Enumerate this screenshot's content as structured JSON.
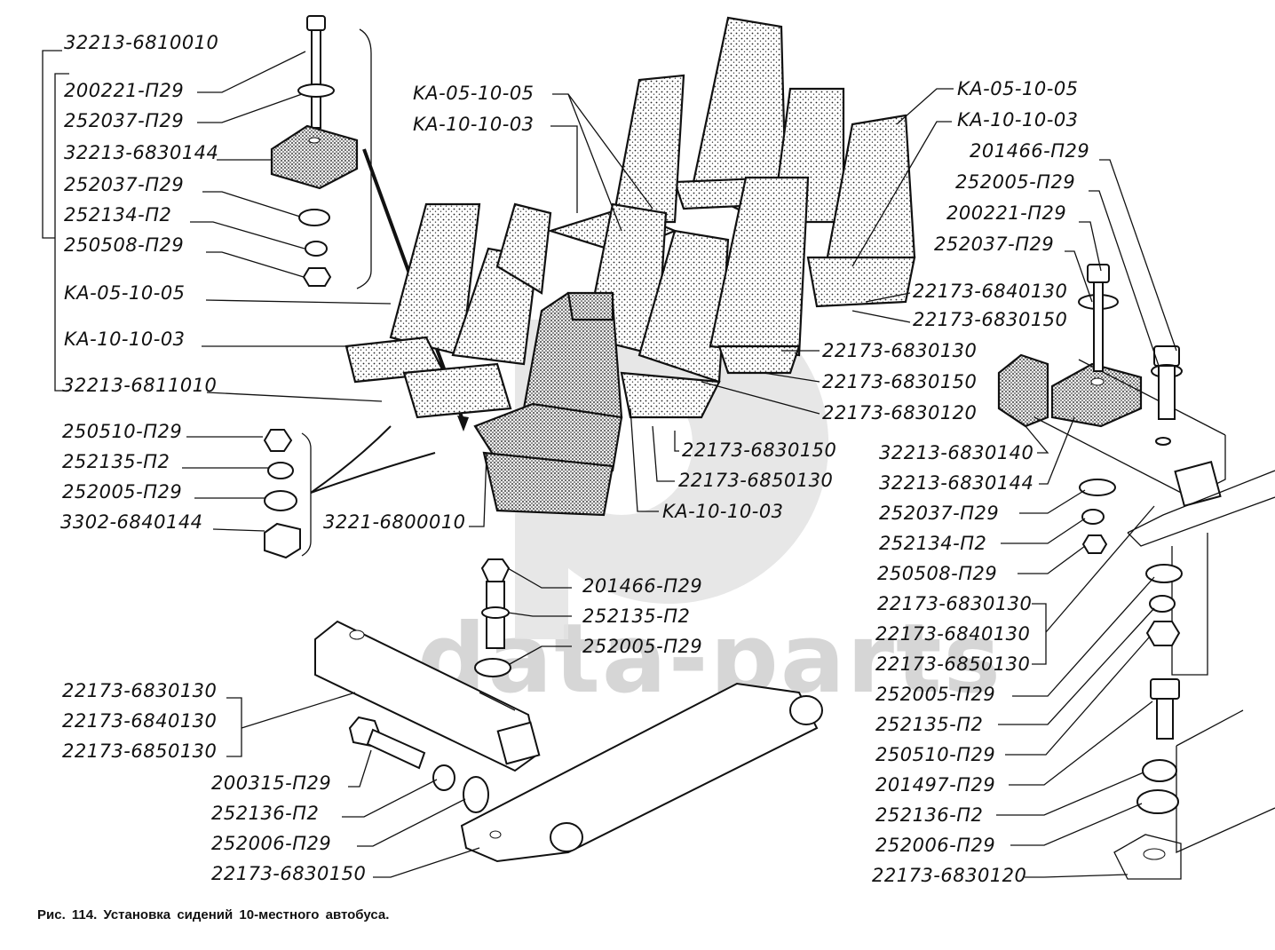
{
  "figure": {
    "caption": "Рис. 114. Установка сидений 10-местного автобуса.",
    "watermark": "data-parts"
  },
  "labels": {
    "left_group": {
      "assembly": "32213-6810010",
      "items": [
        "200221-П29",
        "252037-П29",
        "32213-6830144",
        "252037-П29",
        "252134-П2",
        "250508-П29",
        "KA-05-10-05",
        "KA-10-10-03",
        "32213-6811010"
      ]
    },
    "left_fasteners": [
      "250510-П29",
      "252135-П2",
      "252005-П29",
      "3302-6840144"
    ],
    "driver_seat": "3221-6800010",
    "top_center": [
      "KA-05-10-05",
      "KA-10-10-03"
    ],
    "top_right": [
      "KA-05-10-05",
      "KA-10-10-03",
      "201466-П29",
      "252005-П29",
      "200221-П29",
      "252037-П29"
    ],
    "right_seat_mounts": [
      "22173-6840130",
      "22173-6830150",
      "22173-6830130",
      "22173-6830150",
      "22173-6830120"
    ],
    "center_bottom_seat": [
      "22173-6830150",
      "22173-6850130",
      "KA-10-10-03"
    ],
    "right_column": [
      "32213-6830140",
      "32213-6830144",
      "252037-П29",
      "252134-П2",
      "250508-П29",
      "22173-6830130",
      "22173-6840130",
      "22173-6850130",
      "252005-П29",
      "252135-П2",
      "250510-П29",
      "201497-П29",
      "252136-П2",
      "252006-П29",
      "22173-6830120"
    ],
    "center_bolt": [
      "201466-П29",
      "252135-П2",
      "252005-П29"
    ],
    "bottom_left_bracket": [
      "22173-6830130",
      "22173-6840130",
      "22173-6850130"
    ],
    "bottom_left_fasteners": [
      "200315-П29",
      "252136-П2",
      "252006-П29",
      "22173-6830150"
    ]
  }
}
